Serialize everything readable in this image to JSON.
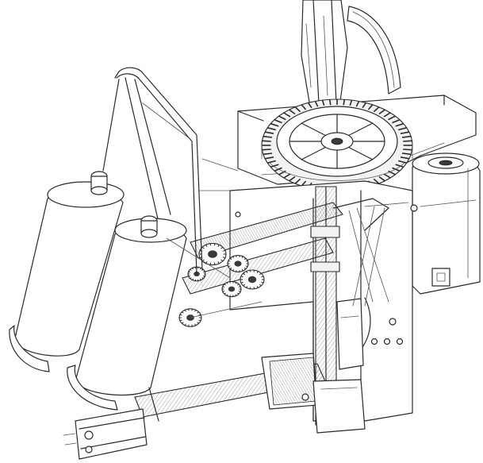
{
  "figure": {
    "kind": "line-drawing",
    "subject": "sewing-machine-mechanism",
    "colors": {
      "ink": "#2a2a2a",
      "background": "#ffffff",
      "shade": "#f2f2f2"
    },
    "gear_teeth": 64,
    "small_gear_teeth": 18
  }
}
